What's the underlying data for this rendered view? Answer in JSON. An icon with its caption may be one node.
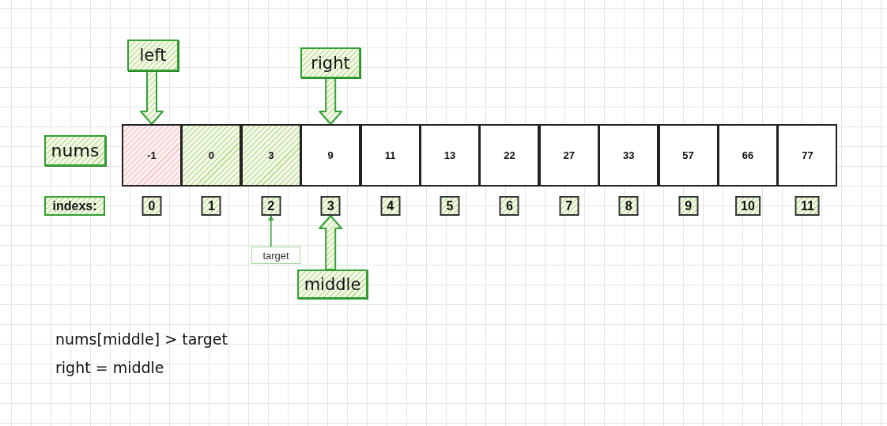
{
  "diagram": {
    "nodes": [
      {
        "text": [
          "left"
        ]
      },
      {
        "text": [
          "right"
        ]
      },
      {
        "text": [
          "nums"
        ]
      },
      {
        "text": [
          "-1"
        ]
      },
      {
        "text": [
          "0"
        ]
      },
      {
        "text": [
          "3"
        ]
      },
      {
        "text": [
          "9"
        ]
      },
      {
        "text": [
          "11"
        ]
      },
      {
        "text": [
          "13"
        ]
      },
      {
        "text": [
          "22"
        ]
      },
      {
        "text": [
          "27"
        ]
      },
      {
        "text": [
          "33"
        ]
      },
      {
        "text": [
          "57"
        ]
      },
      {
        "text": [
          "66"
        ]
      },
      {
        "text": [
          "77"
        ]
      },
      {
        "text": [
          "indexs:"
        ]
      },
      {
        "text": [
          "0"
        ]
      },
      {
        "text": [
          "1"
        ]
      },
      {
        "text": [
          "2"
        ]
      },
      {
        "text": [
          "3"
        ]
      },
      {
        "text": [
          "4"
        ]
      },
      {
        "text": [
          "5"
        ]
      },
      {
        "text": [
          "6"
        ]
      },
      {
        "text": [
          "7"
        ]
      },
      {
        "text": [
          "8"
        ]
      },
      {
        "text": [
          "9"
        ]
      },
      {
        "text": [
          "10"
        ]
      },
      {
        "text": [
          "11"
        ]
      },
      {
        "text": [
          "target"
        ]
      },
      {
        "text": [
          "middle"
        ]
      }
    ],
    "edges": [
      {
        "from": 0,
        "to": 3,
        "arrow": "to",
        "style": "thick"
      },
      {
        "from": 1,
        "to": 6,
        "arrow": "to",
        "style": "thick"
      },
      {
        "from": 28,
        "to": 18,
        "arrow": "to"
      },
      {
        "from": 29,
        "to": 19,
        "arrow": "to",
        "style": "thick"
      }
    ],
    "labels": [
      "nums[middle] > target",
      "right = middle"
    ]
  }
}
